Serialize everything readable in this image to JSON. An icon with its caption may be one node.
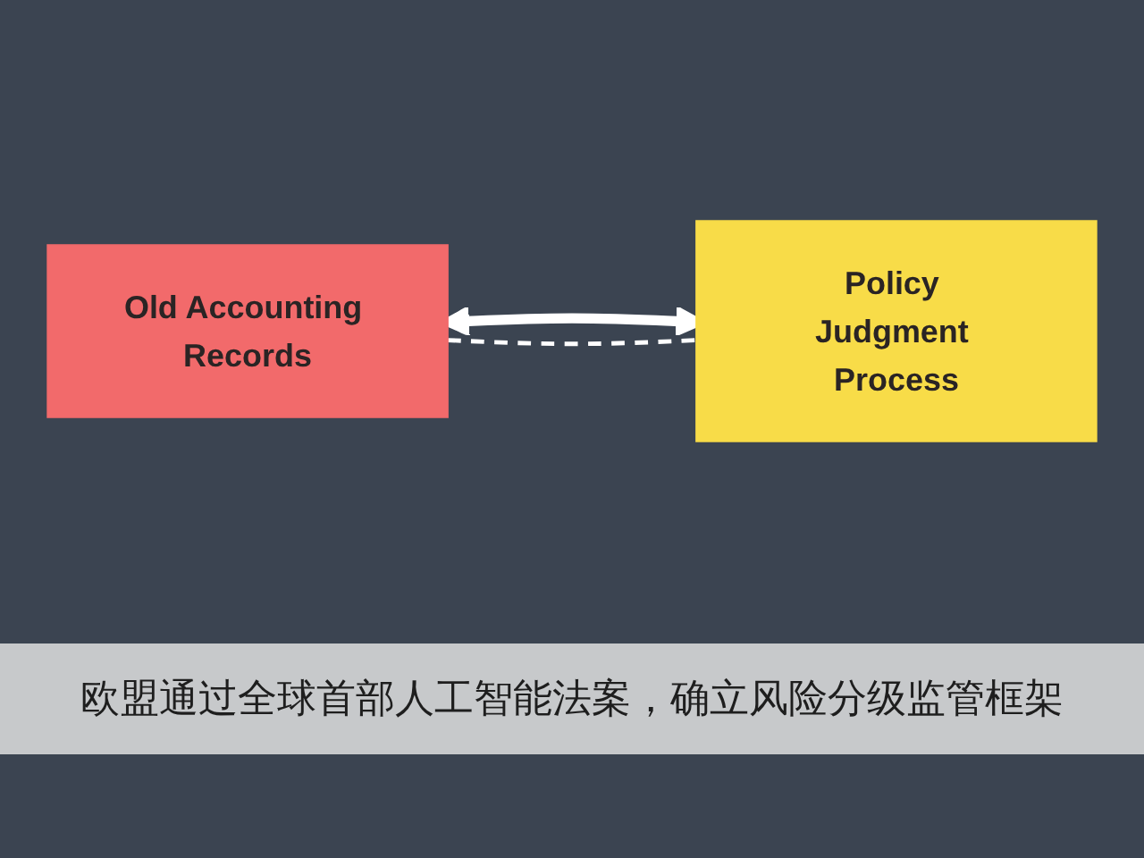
{
  "diagram": {
    "caption": "欧盟通过全球首部人工智能法案，确立风险分级监管框架",
    "nodes": [
      {
        "text": [
          "Old Accounting Records"
        ]
      },
      {
        "text": [
          "Policy Judgment Process"
        ]
      }
    ],
    "edges": [
      {
        "from": 0,
        "to": 1,
        "arrow": "both",
        "style": "thick"
      },
      {
        "from": 0,
        "to": 1,
        "arrow": "none",
        "style": "dashed"
      }
    ]
  }
}
